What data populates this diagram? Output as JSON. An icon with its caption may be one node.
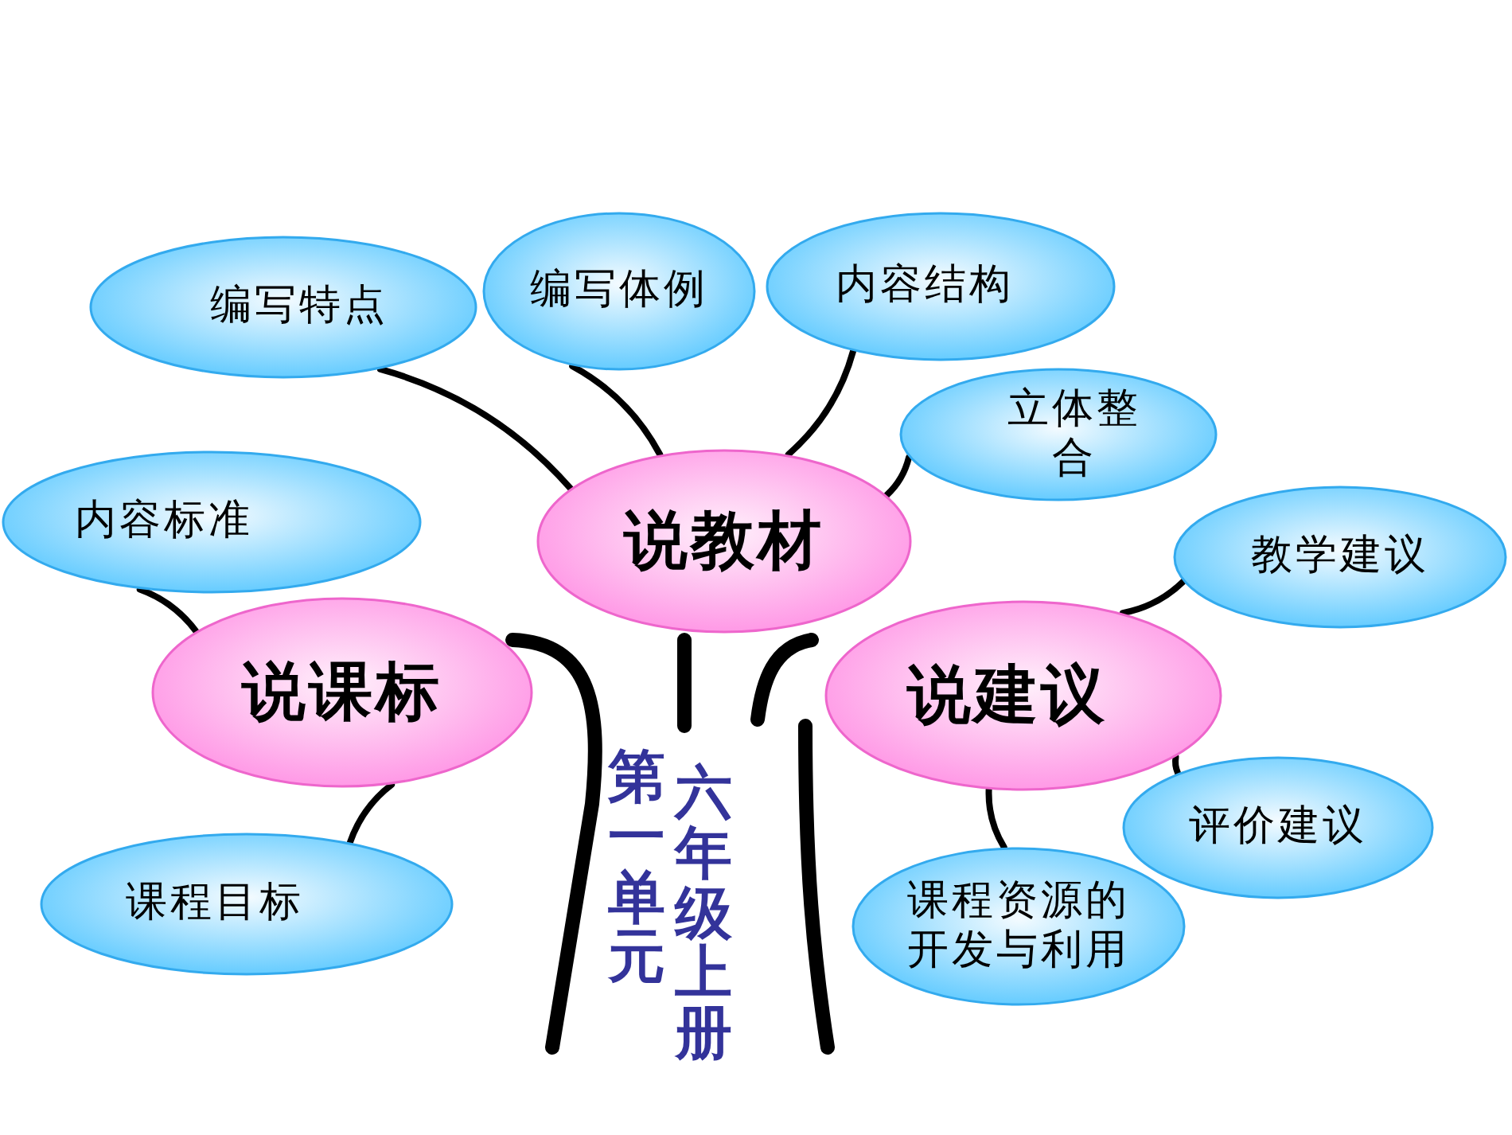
{
  "diagram": {
    "nodes": [
      {
        "text": [
          "说教材"
        ]
      },
      {
        "text": [
          "编写特点"
        ]
      },
      {
        "text": [
          "编写体例"
        ]
      },
      {
        "text": [
          "内容结构"
        ]
      },
      {
        "text": [
          "立体整合"
        ]
      },
      {
        "text": [
          "说课标"
        ]
      },
      {
        "text": [
          "内容标准"
        ]
      },
      {
        "text": [
          "课程目标"
        ]
      },
      {
        "text": [
          "说建议"
        ]
      },
      {
        "text": [
          "教学建议"
        ]
      },
      {
        "text": [
          "评价建议"
        ]
      },
      {
        "text": [
          "课程资源的开发与利用"
        ]
      }
    ],
    "edges": [
      {
        "from": 0,
        "to": 1,
        "arrow": "none"
      },
      {
        "from": 0,
        "to": 2,
        "arrow": "none"
      },
      {
        "from": 0,
        "to": 3,
        "arrow": "none"
      },
      {
        "from": 0,
        "to": 4,
        "arrow": "none"
      },
      {
        "from": 5,
        "to": 6,
        "arrow": "none"
      },
      {
        "from": 5,
        "to": 7,
        "arrow": "none"
      },
      {
        "from": 8,
        "to": 9,
        "arrow": "none"
      },
      {
        "from": 8,
        "to": 10,
        "arrow": "none"
      },
      {
        "from": 8,
        "to": 11,
        "arrow": "none"
      }
    ],
    "labels": [
      "第一单元",
      "六年级上册"
    ]
  }
}
